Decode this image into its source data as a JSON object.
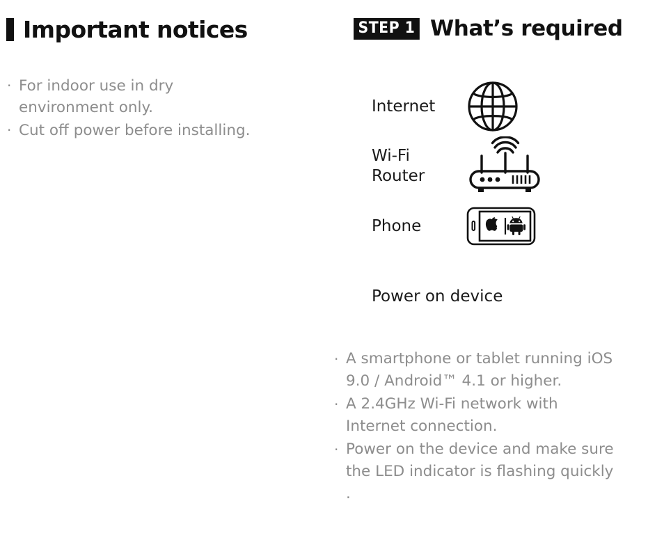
{
  "page": {
    "background_color": "#ffffff",
    "ink_color": "#111111",
    "muted_text_color": "#8d8d8d",
    "label_color": "#1a1a1a"
  },
  "left": {
    "heading": "Important notices",
    "heading_bullet_icon": "black-bar-icon",
    "bullet_glyph": "·",
    "notices": [
      {
        "text": "For indoor use in dry environment only."
      },
      {
        "text": "Cut off power before installing."
      }
    ]
  },
  "right": {
    "step_badge": "STEP 1",
    "heading": "What’s required",
    "requirements": [
      {
        "label": "Internet",
        "icon": "globe-icon"
      },
      {
        "label": "Wi-Fi\nRouter",
        "icon": "wifi-router-icon"
      },
      {
        "label": "Phone",
        "icon": "smartphone-platforms-icon"
      }
    ],
    "power_on_note": "Power on device",
    "bullet_glyph": "·",
    "details": [
      {
        "text": "A smartphone or tablet running iOS 9.0 / Android™ 4.1 or higher."
      },
      {
        "text": "A 2.4GHz Wi-Fi network with Internet connection."
      },
      {
        "text": "Power on the device and make sure the LED indicator is flashing quickly ."
      }
    ]
  }
}
